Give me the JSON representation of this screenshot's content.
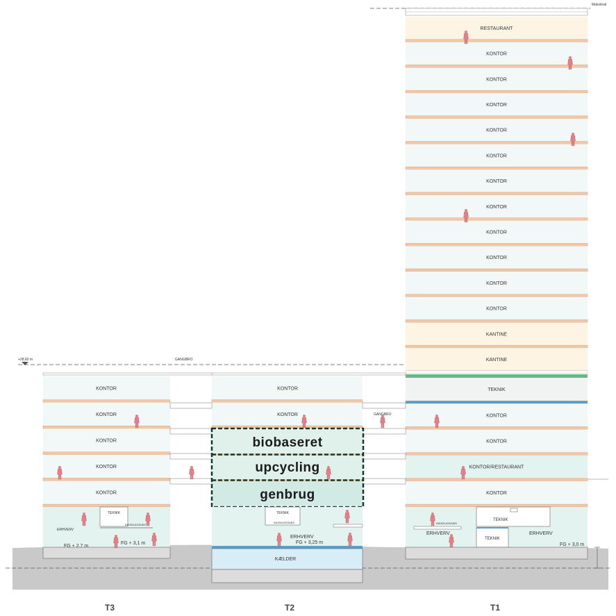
{
  "labels": {
    "top_level": "Maksimal",
    "elevation": "+28,60 m",
    "gangbro_top": "GANGBRO",
    "gangbro_side": "GANGBRO",
    "t1_floors": [
      "RESTAURANT",
      "KONTOR",
      "KONTOR",
      "KONTOR",
      "KONTOR",
      "KONTOR",
      "KONTOR",
      "KONTOR",
      "KONTOR",
      "KONTOR",
      "KONTOR",
      "KONTOR",
      "KANTINE",
      "KANTINE"
    ],
    "t1_lower": [
      "TEKNIK",
      "KONTOR",
      "KONTOR",
      "KONTOR/RESTAURANT",
      "KONTOR"
    ],
    "t2_floors": [
      "KONTOR",
      "KONTOR"
    ],
    "t3_floors": [
      "KONTOR",
      "KONTOR",
      "KONTOR",
      "KONTOR",
      "KONTOR"
    ],
    "teknik": "TEKNIK",
    "indskudsdaek": "INDSKUDSDÆK",
    "erhverv": "ERHVERV",
    "kaelder": "KÆLDER",
    "fg_t3_a": "FG + 2,7 m",
    "fg_t3_b": "FG + 3,1 m",
    "fg_t2": "FG + 3,25 m",
    "fg_t1": "FG + 3,0 m",
    "t3": "T3",
    "t2": "T2",
    "t1": "T1"
  },
  "highlight": [
    "biobaseret",
    "upcycling",
    "genbrug"
  ],
  "colors": {
    "slab": "#f3c6a6",
    "office": "#f2f8f7",
    "restaurant": "#fdf4e3",
    "ground": "#e3f3ef",
    "teknik": "#f1f2f2",
    "highlight_fill": "#d4ece6",
    "highlight_border": "#0e3b2e",
    "terrain": "#c9c9c9",
    "kaelder": "#d9edf7",
    "green_slab": "#67b884",
    "blue_slab": "#5a9fc9",
    "person": "#e57e86"
  }
}
